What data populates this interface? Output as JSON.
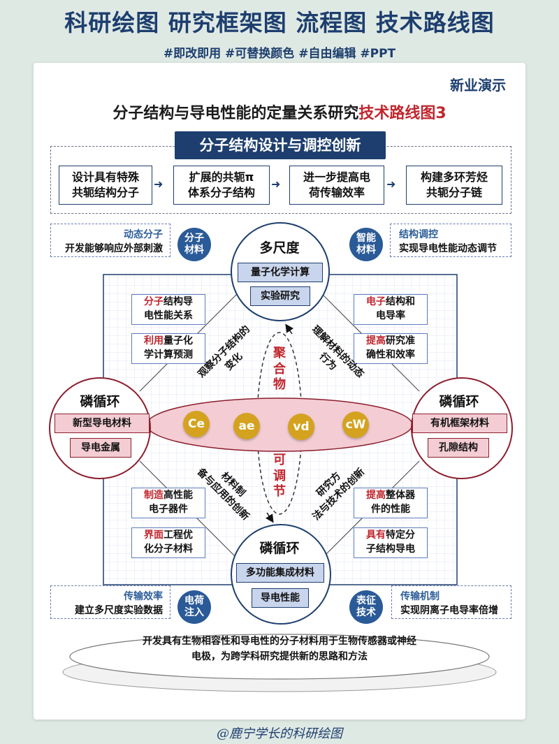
{
  "header": {
    "title": "科研绘图  研究框架图  流程图  技术路线图",
    "tags": "#即改即用 #可替换颜色 #自由编辑 #PPT"
  },
  "card": {
    "brand": "新业演示",
    "title_main": "分子结构与导电性能的定量关系研究",
    "title_highlight": "技术路线图3"
  },
  "top_section": {
    "label": "分子结构设计与调控创新",
    "steps": [
      "设计具有特殊\n共轭结构分子",
      "扩展的共轭π\n体系分子结构",
      "进一步提高电\n荷传输效率",
      "构建多环芳烃\n共轭分子链"
    ]
  },
  "corners": {
    "top_left": {
      "t1": "动态分子",
      "t2": "开发能够响应外部刺激",
      "circle": "分子\n材料"
    },
    "top_right": {
      "t1": "结构调控",
      "t2": "实现导电性能动态调节",
      "circle": "智能\n材料"
    },
    "bottom_left": {
      "t1": "传输效率",
      "t2": "建立多尺度实验数据",
      "circle": "电荷\n注入"
    },
    "bottom_right": {
      "t1": "传输机制",
      "t2": "实现阴离子电导率倍增",
      "circle": "表征\n技术"
    }
  },
  "nodes": {
    "top": {
      "title": "多尺度",
      "items": [
        "量子化学计算",
        "实验研究"
      ]
    },
    "bottom": {
      "title": "磷循环",
      "items": [
        "多功能集成材料",
        "导电性能"
      ]
    },
    "left": {
      "title": "磷循环",
      "items": [
        "新型导电材料",
        "导电金属"
      ]
    },
    "right": {
      "title": "磷循环",
      "items": [
        "有机框架材料",
        "孔隙结构"
      ]
    }
  },
  "features": {
    "ul1": {
      "hl": "分子",
      "rest": "结构导\n电性能关系"
    },
    "ul2": {
      "hl": "利用",
      "rest": "量子化\n学计算预测"
    },
    "ur1": {
      "hl": "电子",
      "rest": "结构和\n电导率"
    },
    "ur2": {
      "hl": "提高",
      "rest": "研究准\n确性和效率"
    },
    "ll1": {
      "hl": "制造",
      "rest": "高性能\n电子器件"
    },
    "ll2": {
      "hl": "界面",
      "rest": "工程优\n化分子材料"
    },
    "lr1": {
      "hl": "提高",
      "rest": "整体器\n件的性能"
    },
    "lr2": {
      "hl": "具有",
      "rest": "特定分\n子结构导电"
    }
  },
  "diagonals": {
    "ul": "观察分子结构的\n变化",
    "ur": "理解材料的动态\n行为",
    "ll": "材料制\n备与应用的创新",
    "lr": "研究方\n法与技术的创新"
  },
  "center": {
    "top_vertical": "聚\n合\n物",
    "bottom_vertical": "可\n调\n节",
    "tokens": [
      "Ce",
      "ae",
      "vd",
      "cW"
    ]
  },
  "bottom_text": "开发具有生物相容性和导电性的分子材料用于生物传感器或神经\n电极，为跨学科研究提供新的思路和方法",
  "signature": "@鹿宁学长的科研绘图",
  "colors": {
    "navy": "#1d3e6e",
    "red": "#c0262d",
    "gold": "#d4a21f",
    "pink": "#f3cdd3",
    "lightblue": "#c9d5ec"
  }
}
